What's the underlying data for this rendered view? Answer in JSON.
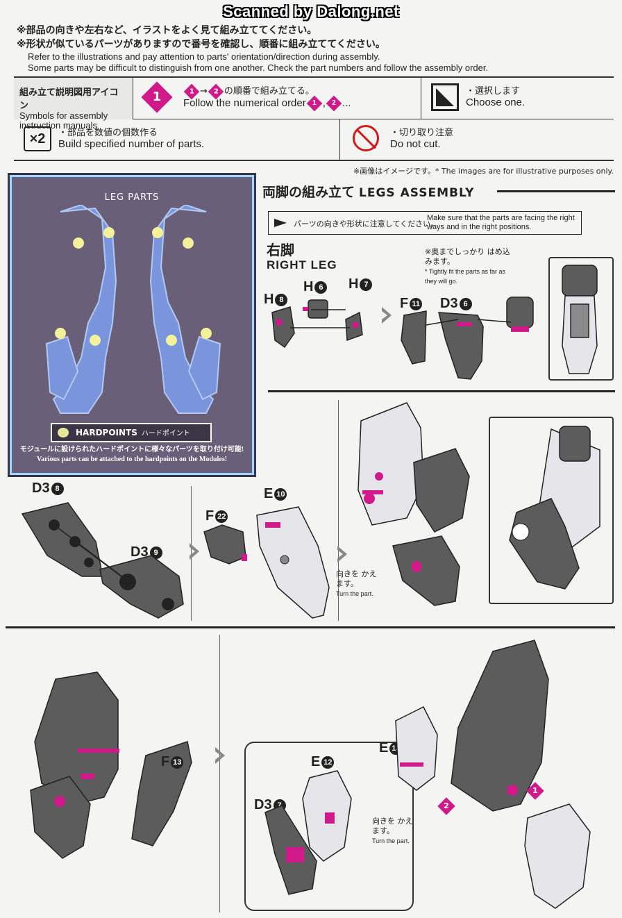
{
  "watermark": "Scanned by Dalong.net",
  "notes": {
    "jp1": "※部品の向きや左右など、イラストをよく見て組み立ててください。",
    "jp2": "※形状が似ているパーツがありますので番号を確認し、順番に組み立ててください。",
    "en1": "Refer to the illustrations and pay attention to parts' orientation/direction during assembly.",
    "en2": "Some parts may be difficult to distinguish from one another. Check the part numbers and follow the assembly order."
  },
  "legend": {
    "title_jp": "組み立て説明図用アイコン",
    "title_en": "Symbols for assembly instruction manuals",
    "order_icon": "1",
    "order_from": "1",
    "order_to": "2",
    "order_jp": "の順番で組み立てる。",
    "order_en": "Follow the numerical order",
    "order_en_tail": "...",
    "choose_jp": "・選択します",
    "choose_en": "Choose one.",
    "build_icon": "×2",
    "build_jp": "・部品を数値の個数作る",
    "build_en": "Build specified number of parts.",
    "cut_jp": "・切り取り注意",
    "cut_en": "Do not cut."
  },
  "disclaimer": "※画像はイメージです。* The images are for illustrative purposes only.",
  "leg_parts": {
    "title": "LEG PARTS",
    "hardpoints_en": "HARDPOINTS",
    "hardpoints_jp": "ハードポイント",
    "caption_jp": "モジュールに設けられたハードポイントに様々なパーツを取り付け可能!",
    "caption_en": "Various parts can be attached to the hardpoints on the Modules!"
  },
  "section": {
    "title_jp": "両脚の組み立て",
    "title_en": "LEGS ASSEMBLY",
    "caution_jp": "パーツの向きや形状に注意してください。",
    "caution_en": "Make sure that the parts are facing the right ways and in the right positions."
  },
  "right_leg": {
    "jp": "右脚",
    "en": "RIGHT LEG"
  },
  "tip": {
    "jp": "※奥までしっかり はめ込みます。",
    "en": "* Tightly fit the parts as far as they will go."
  },
  "turn": {
    "jp": "向きを かえます。",
    "en": "Turn the part."
  },
  "parts": {
    "h8": "H",
    "h8n": "8",
    "h6": "H",
    "h6n": "6",
    "h7": "H",
    "h7n": "7",
    "f11": "F",
    "f11n": "11",
    "d36": "D3",
    "d36n": "6",
    "d38": "D3",
    "d38n": "8",
    "d39": "D3",
    "d39n": "9",
    "f22": "F",
    "f22n": "22",
    "e10": "E",
    "e10n": "10",
    "f13": "F",
    "f13n": "13",
    "e13": "E",
    "e13n": "13",
    "e12": "E",
    "e12n": "12",
    "d37": "D3",
    "d37n": "7"
  },
  "steps": {
    "s1": "1",
    "s2": "2"
  },
  "colors": {
    "accent": "#d01a8a",
    "part_dark": "#5c5c5c",
    "part_light": "#e6e6ea",
    "panel": "#6a5f78"
  }
}
